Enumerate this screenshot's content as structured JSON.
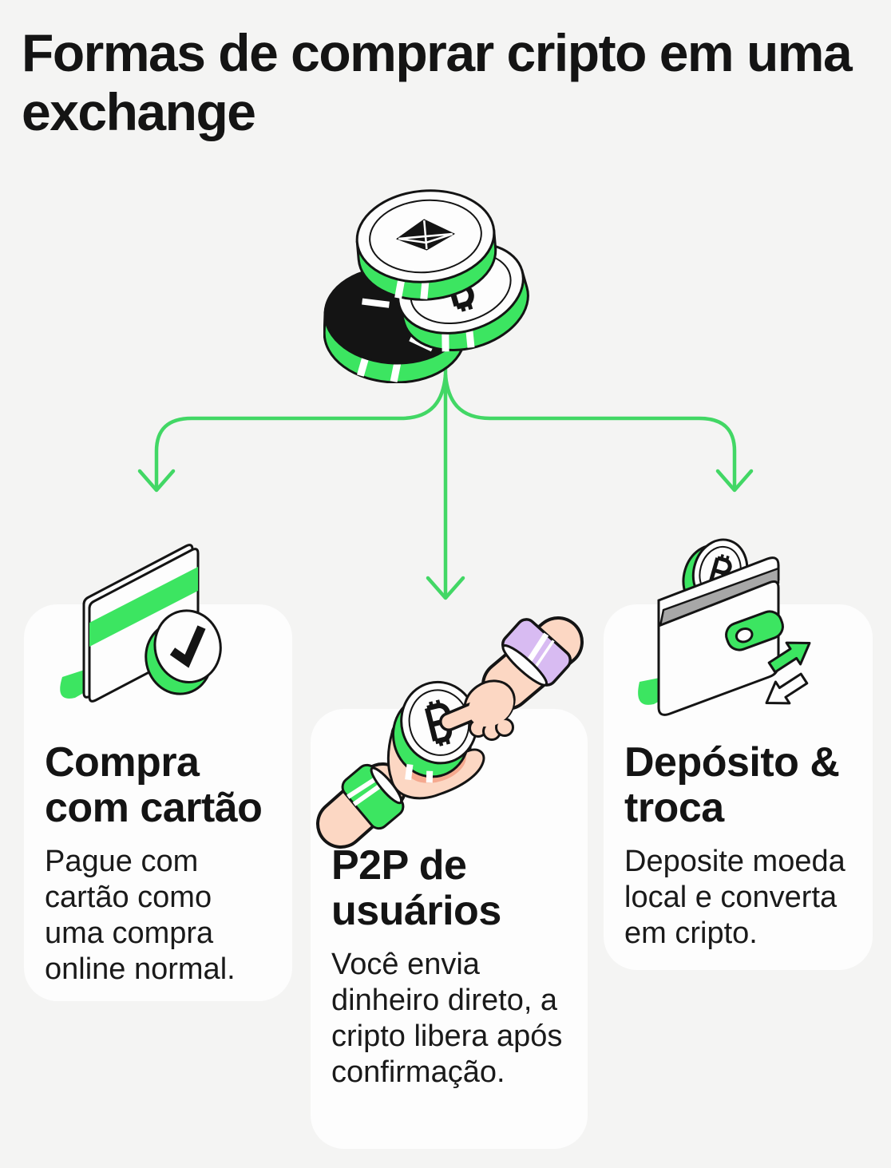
{
  "header": {
    "title_line1": "Formas de comprar cripto em uma",
    "title_line2": "exchange"
  },
  "colors": {
    "page_bg": "#f4f4f3",
    "card_bg": "#fdfdfd",
    "ink": "#141414",
    "accent_green": "#3ce561",
    "connector_green": "#42d765",
    "skin": "#fcd7c3",
    "skin_shadow": "#f5a98f",
    "cuff_purple": "#d8bbf2",
    "wallet_gray": "#a7a7a7"
  },
  "illustrations": {
    "coins_stack": "crypto-coins-stack",
    "card_check": "credit-card-with-check",
    "hands_coin": "hands-exchanging-bitcoin",
    "wallet_exchange": "wallet-deposit-swap-arrows"
  },
  "cards": [
    {
      "title_line1": "Compra",
      "title_line2": "com cartão",
      "body": "Pague com cartão como uma compra online normal."
    },
    {
      "title_line1": "P2P de",
      "title_line2": "usuários",
      "body": "Você envia dinheiro direto, a cripto libera após confirmação."
    },
    {
      "title_line1": "Depósito &",
      "title_line2": "troca",
      "body": "Deposite moeda local e converta em cripto."
    }
  ]
}
